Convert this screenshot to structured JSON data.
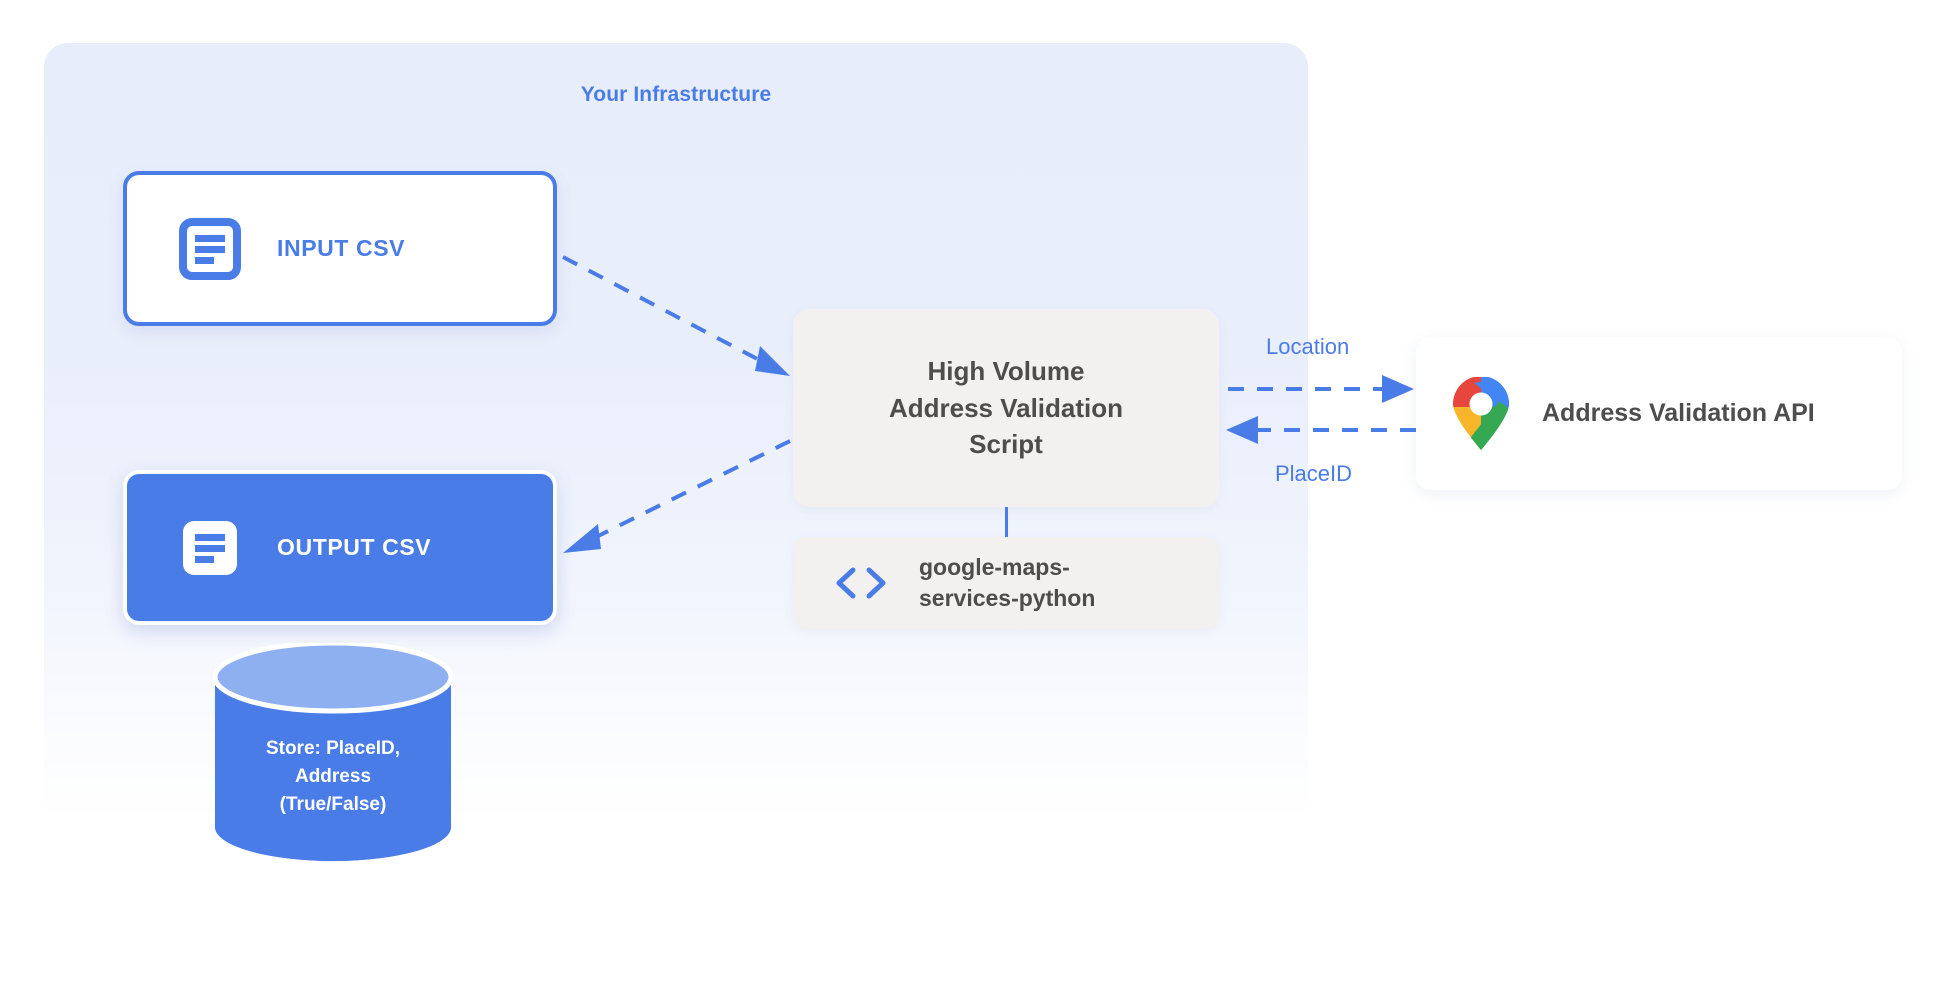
{
  "diagram": {
    "panel": {
      "title": "Your Infrastructure",
      "accent_color": "#4a7ce8",
      "background_color": "#e7edfa"
    },
    "nodes": {
      "input_csv": {
        "label": "INPUT CSV",
        "icon": "document-icon",
        "style": "outlined",
        "border_color": "#4a7ce8",
        "text_color": "#4a7ce8"
      },
      "output_csv": {
        "label": "OUTPUT CSV",
        "icon": "document-icon",
        "style": "filled",
        "fill_color": "#4a7ce8",
        "text_color": "#ffffff"
      },
      "script": {
        "lines": [
          "High Volume",
          "Address Validation",
          "Script"
        ],
        "background_color": "#f2f1ef",
        "text_color": "#4d4d4d"
      },
      "library": {
        "lines": [
          "google-maps-",
          "services-python"
        ],
        "icon": "code-brackets-icon",
        "background_color": "#f2f1ef",
        "text_color": "#4d4d4d"
      },
      "api": {
        "label": "Address Validation API",
        "icon": "google-maps-pin-icon",
        "background_color": "#ffffff",
        "text_color": "#4d4d4d"
      },
      "database": {
        "lines": [
          "Store: PlaceID,",
          "Address",
          "(True/False)"
        ],
        "icon": "database-cylinder-icon",
        "fill_color": "#4a7ce8",
        "top_color": "#8fb0f0",
        "text_color": "#ffffff"
      }
    },
    "edges": [
      {
        "from": "input_csv",
        "to": "script",
        "label": "",
        "style": "dashed",
        "direction": "forward"
      },
      {
        "from": "script",
        "to": "output_csv",
        "label": "",
        "style": "dashed",
        "direction": "forward"
      },
      {
        "from": "script",
        "to": "api",
        "label": "Location",
        "style": "dashed",
        "direction": "forward"
      },
      {
        "from": "api",
        "to": "script",
        "label": "PlaceID",
        "style": "dashed",
        "direction": "backward"
      },
      {
        "from": "script",
        "to": "library",
        "label": "",
        "style": "solid",
        "direction": "none"
      }
    ]
  }
}
